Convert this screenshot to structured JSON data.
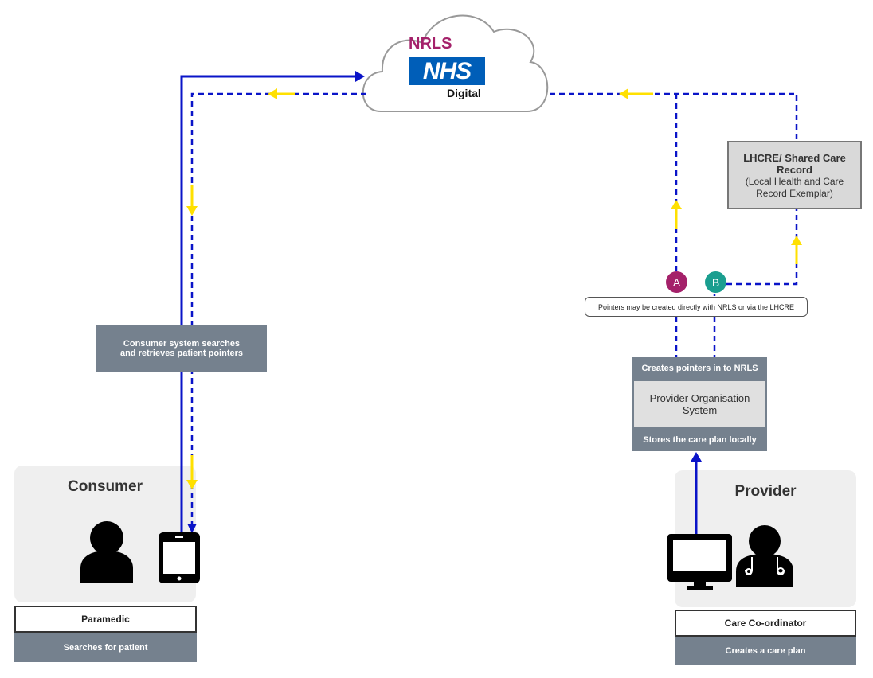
{
  "cloud": {
    "title": "NRLS",
    "logo_text": "NHS",
    "logo_subtitle": "Digital"
  },
  "consumer": {
    "panel_title": "Consumer",
    "role": "Paramedic",
    "action": "Searches for patient",
    "search_note": "Consumer system searches and retrieves patient pointers"
  },
  "provider": {
    "panel_title": "Provider",
    "role": "Care Co-ordinator",
    "action": "Creates a care plan",
    "system_header": "Creates pointers in to NRLS",
    "system_name": "Provider Organisation System",
    "system_footer": "Stores the care plan locally"
  },
  "lhcre": {
    "title": "LHCRE/ Shared Care Record",
    "subtitle": "(Local Health and Care Record Exemplar)"
  },
  "pointer_note": "Pointers may be created directly with NRLS or via the LHCRE",
  "badges": {
    "a": "A",
    "b": "B"
  },
  "colors": {
    "blue_line": "#0a14c8",
    "yellow_arrow": "#ffe000",
    "badge_a": "#a4216a",
    "badge_b": "#1a9e8f",
    "nrls_title": "#a4216a",
    "nhs_blue": "#005eb8",
    "slate": "#75818e"
  },
  "icons": [
    "cloud-icon",
    "person-icon",
    "tablet-icon",
    "monitor-icon",
    "doctor-icon"
  ]
}
